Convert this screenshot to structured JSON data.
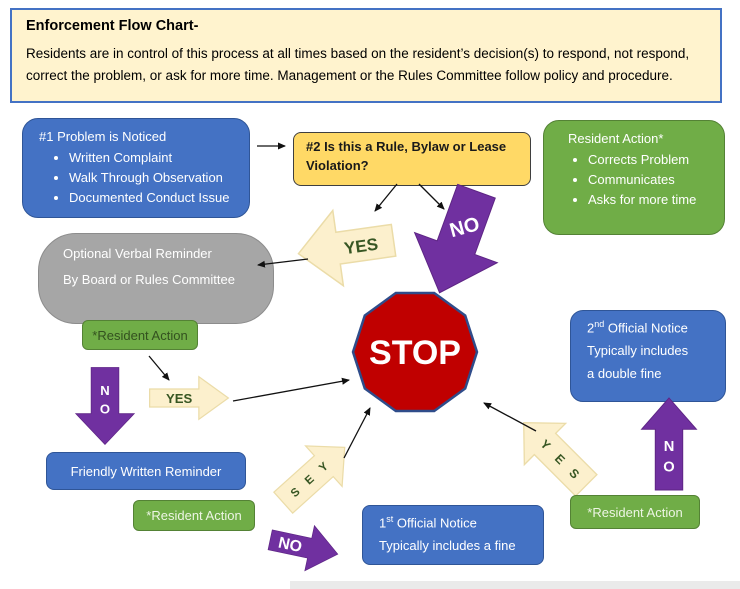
{
  "header": {
    "title": "Enforcement Flow Chart-",
    "body": "Residents are in control of this process at all times based on the resident’s decision(s) to respond, not respond, correct the problem, or ask for more time.  Management or the Rules Committee follow policy and procedure."
  },
  "boxes": {
    "problem_noticed": {
      "title": "#1 Problem is Noticed",
      "bullets": [
        "Written Complaint",
        "Walk Through Observation",
        "Documented Conduct Issue"
      ]
    },
    "violation_question": {
      "title": "#2 Is this a Rule, Bylaw or Lease Violation?"
    },
    "resident_action_top": {
      "title": "Resident Action*",
      "bullets": [
        "Corrects Problem",
        "Communicates",
        "Asks for more time"
      ]
    },
    "verbal_reminder": {
      "line1": "Optional Verbal Reminder",
      "line2": "By Board or Rules Committee"
    },
    "resident_action_left": {
      "label": "*Resident Action"
    },
    "friendly_reminder": {
      "label": "Friendly Written Reminder"
    },
    "resident_action_bottom_center": {
      "label": "*Resident Action"
    },
    "first_notice": {
      "num": "1",
      "sup": "st",
      "rest": " Official Notice",
      "line2": "Typically includes a fine"
    },
    "second_notice": {
      "num": "2",
      "sup": "nd",
      "rest": " Official Notice",
      "line2": "Typically includes",
      "line3": "a double fine"
    },
    "resident_action_bottom_right": {
      "label": "*Resident Action"
    },
    "stop": {
      "label": "STOP"
    }
  },
  "arrows": {
    "yes": "YES",
    "no": "NO",
    "no_letters": [
      "N",
      "O"
    ],
    "yes_letters": [
      "Y",
      "E",
      "S"
    ]
  },
  "colors": {
    "blue": "#4472C4",
    "green": "#70AD47",
    "yellow": "#FFD966",
    "purple": "#7030A0",
    "red": "#C00000",
    "cream": "#FCF0CD",
    "gray": "#A6A6A6",
    "yes_text": "#375623"
  }
}
